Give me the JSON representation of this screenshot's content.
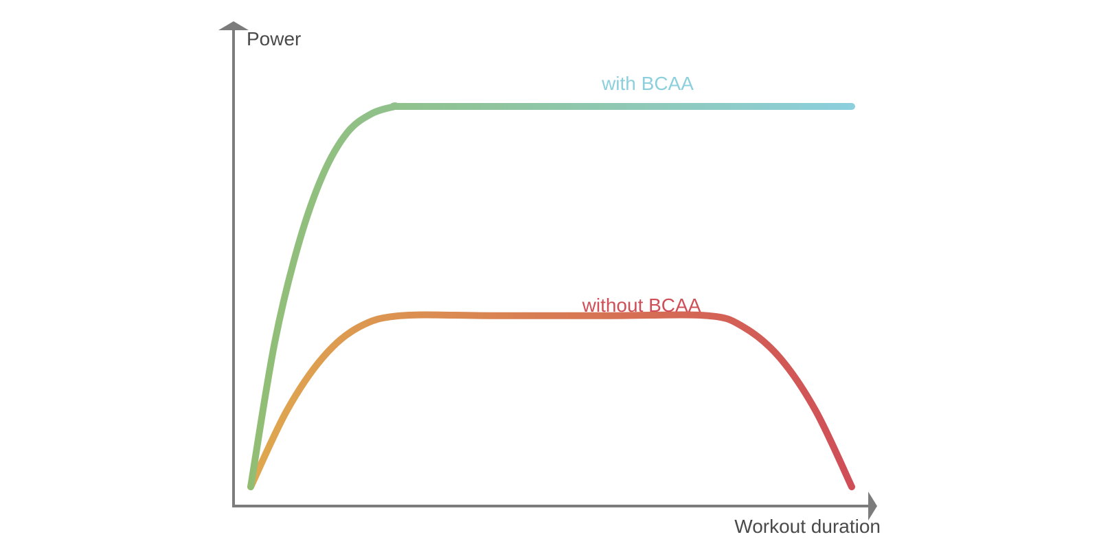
{
  "chart_data": {
    "type": "line",
    "title": "",
    "xlabel": "Workout duration",
    "ylabel": "Power",
    "xlim": [
      0,
      100
    ],
    "ylim": [
      0,
      100
    ],
    "grid": false,
    "legend": "none",
    "series": [
      {
        "name": "with BCAA",
        "colors": [
          "#91bd73",
          "#8ccfdd"
        ],
        "x": [
          0,
          4,
          8,
          12,
          16,
          20,
          24,
          25,
          40,
          60,
          80,
          100
        ],
        "values": [
          0,
          38,
          64,
          82,
          93,
          98,
          100,
          100,
          100,
          100,
          100,
          100
        ]
      },
      {
        "name": "without BCAA",
        "colors": [
          "#dfa84f",
          "#d04e57"
        ],
        "x": [
          0,
          6,
          12,
          18,
          25,
          40,
          60,
          76,
          82,
          88,
          94,
          100
        ],
        "values": [
          0,
          20,
          34,
          42,
          45,
          45,
          45,
          45,
          42,
          34,
          20,
          0
        ]
      }
    ]
  }
}
